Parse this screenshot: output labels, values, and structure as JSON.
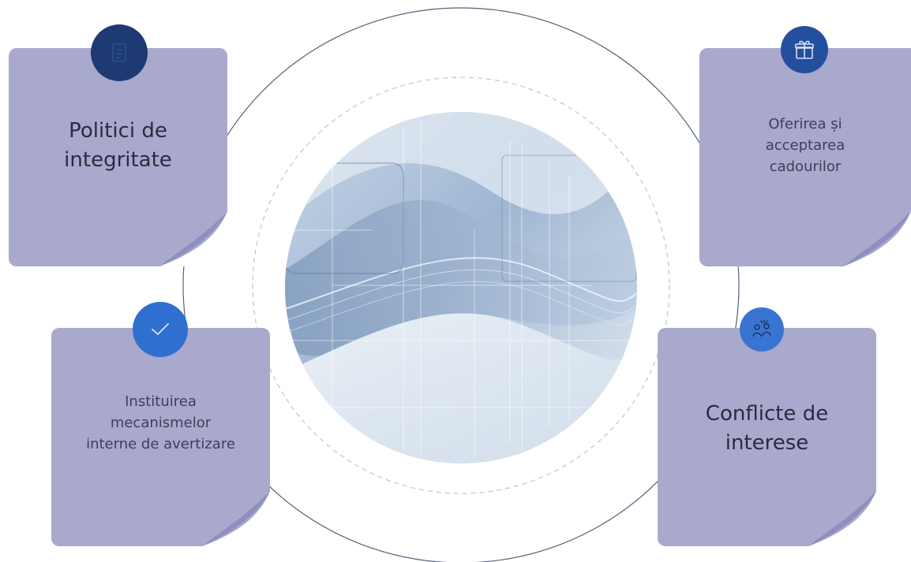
{
  "cards": [
    {
      "id": "policies",
      "title_lines": [
        "Politici de",
        "integritate"
      ],
      "icon": "document-icon"
    },
    {
      "id": "gifts",
      "title_lines": [
        "Oferirea și",
        "acceptarea",
        "cadourilor"
      ],
      "icon": "gift-icon"
    },
    {
      "id": "whistleblowing",
      "title_lines": [
        "Instituirea",
        "mecanismelor",
        "interne de avertizare"
      ],
      "icon": "check-icon"
    },
    {
      "id": "conflicts",
      "title_lines": [
        "Conflicte de",
        "interese"
      ],
      "icon": "people-idea-icon"
    }
  ],
  "colors": {
    "card": "#a9a9cd",
    "card_fold": "#8f8fbf",
    "badge_dark": "#1e3a73",
    "badge_mid": "#244f9e",
    "badge_bright": "#2f6fd0",
    "ring": "#555b70",
    "ring_dashed": "#c4c6cf"
  }
}
